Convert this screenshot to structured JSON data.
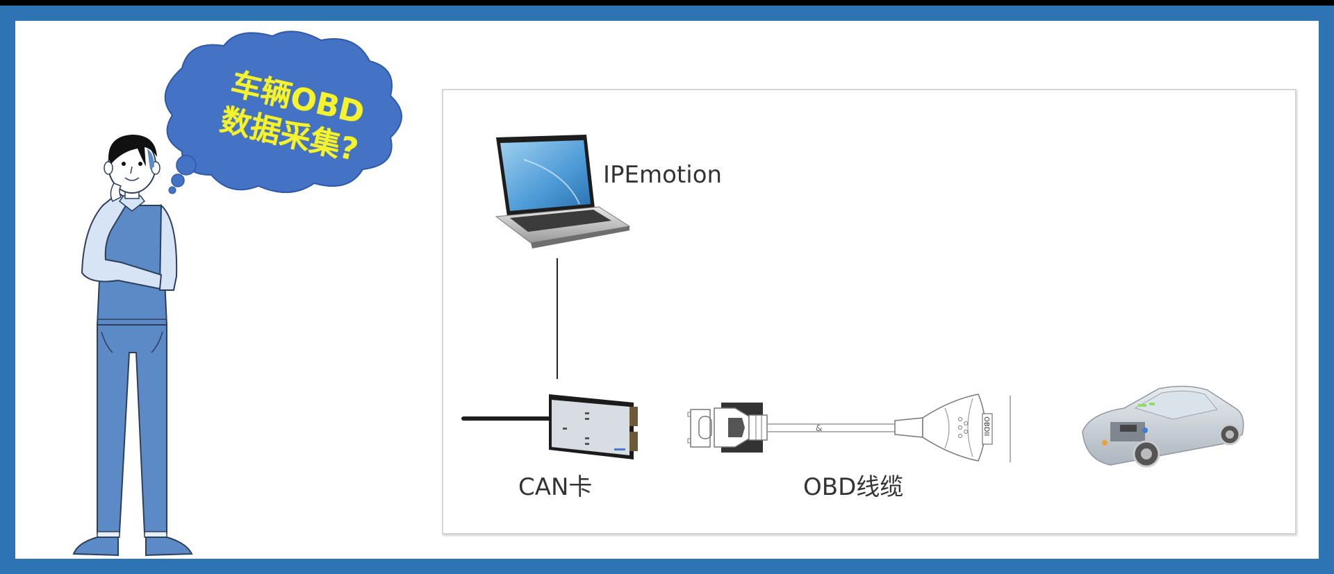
{
  "colors": {
    "frame": "#2E74B5",
    "bubble": "#4472C4",
    "bubble_text": "#F5F22E",
    "label_text": "#333333",
    "clothing": "#5B8AC6",
    "shirt": "#D6E4F5"
  },
  "speech_bubble": {
    "line1": "车辆OBD",
    "line2": "数据采集?"
  },
  "diagram": {
    "laptop_label": "IPEmotion",
    "can_card_label": "CAN卡",
    "obd_cable_label": "OBD线缆",
    "obd_connector_text": "OBDII"
  },
  "icons": {
    "person": "thinking-person-illustration",
    "laptop": "laptop-icon",
    "can_card": "can-interface-card-icon",
    "cable": "obd-cable-icon",
    "car": "car-cutaway-icon"
  }
}
